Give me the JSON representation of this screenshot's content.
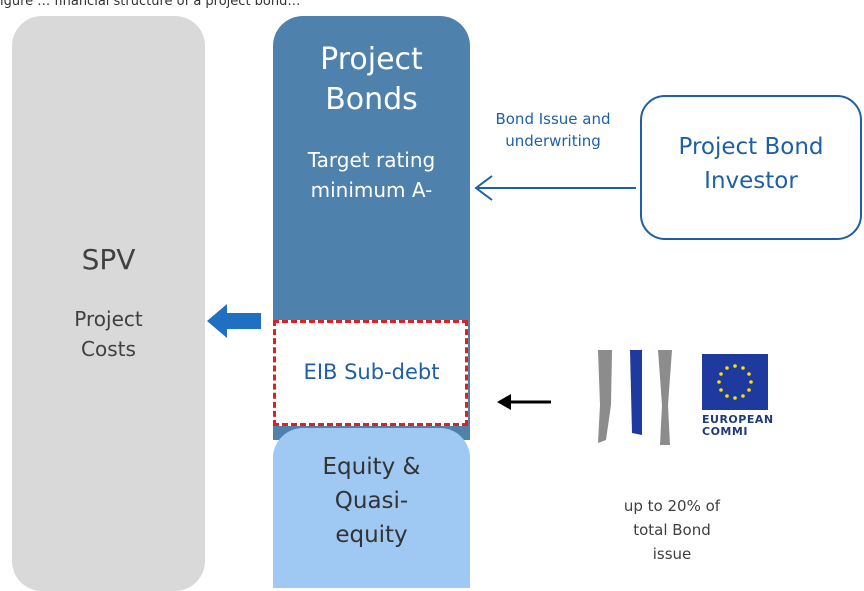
{
  "header_fragment": "igure … financial structure of a project bond…",
  "spv": {
    "title": "SPV",
    "subtitle": "Project\nCosts"
  },
  "project_bonds": {
    "title": "Project\nBonds",
    "subtitle": "Target rating\nminimum A-"
  },
  "sub_debt": {
    "label": "EIB Sub-debt"
  },
  "equity": {
    "label": "Equity &\nQuasi-\nequity"
  },
  "investor": {
    "label": "Project Bond\nInvestor"
  },
  "bond_flow": {
    "label": "Bond Issue and\nunderwriting"
  },
  "eib_support": {
    "caption": "up to 20% of\ntotal Bond\nissue",
    "logo_text": "EUROPEAN\nCOMMI"
  },
  "colors": {
    "bond_block": "#4f81ad",
    "equity_block": "#9fc9f2",
    "spv_block": "#d9d9d9",
    "accent_blue": "#1f5fa6",
    "sub_debt_border": "#e02020",
    "eu_flag": "#1f3a9e",
    "eu_star": "#ffde00"
  }
}
